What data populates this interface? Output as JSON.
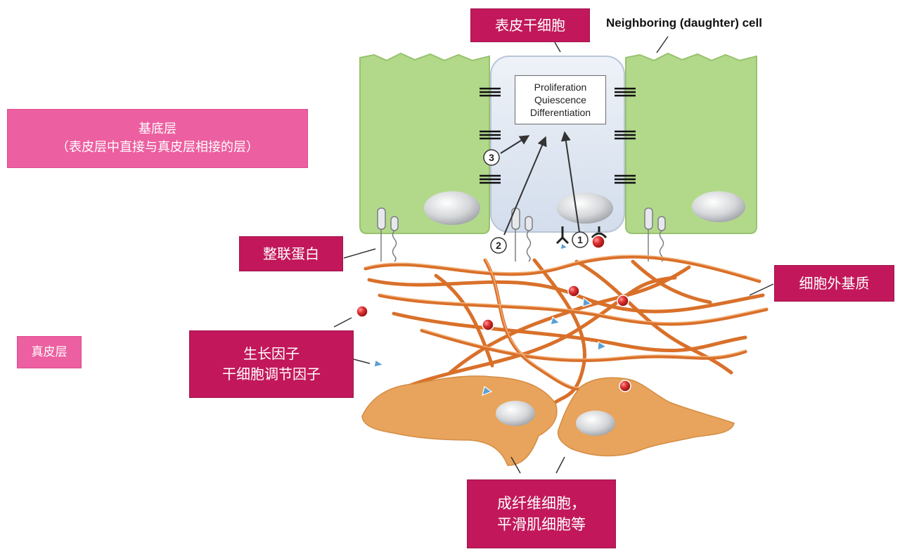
{
  "labels": {
    "epidermal_stem_cell": "表皮干细胞",
    "neighboring_cell": "Neighboring (daughter) cell",
    "basal_layer": "基底层\n（表皮层中直接与真皮层相接的层）",
    "integrin": "整联蛋白",
    "extracellular_matrix": "细胞外基质",
    "dermis": "真皮层",
    "growth_factors": "生长因子\n干细胞调节因子",
    "fibroblasts": "成纤维细胞，\n平滑肌细胞等"
  },
  "cell_states": [
    "Proliferation",
    "Quiescence",
    "Differentiation"
  ],
  "signal_markers": [
    "1",
    "2",
    "3"
  ],
  "colors": {
    "label_dark": "#c2185b",
    "label_light": "#ec5fa0",
    "neighbor_cell": "#b2d98a",
    "stem_cell": "#dde6f3",
    "fiber": "#d9702a",
    "fibroblast": "#e8a45c",
    "growth_factor_ball": "#d92b2b",
    "regulator_triangle": "#5a9fd4"
  }
}
